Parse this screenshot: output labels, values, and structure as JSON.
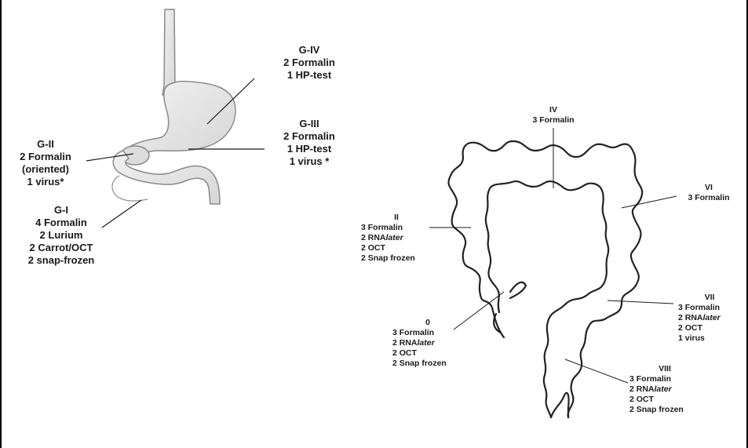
{
  "stomach_labels": {
    "g4": {
      "title": "G-IV",
      "l1": "2 Formalin",
      "l2": "1 HP-test"
    },
    "g3": {
      "title": "G-III",
      "l1": "2 Formalin",
      "l2": "1 HP-test",
      "l3": "1 virus *"
    },
    "g2": {
      "title": "G-II",
      "l1": "2 Formalin",
      "l2": "(oriented)",
      "l3": "1 virus*"
    },
    "g1": {
      "title": "G-I",
      "l1": "4 Formalin",
      "l2": "2 Lurium",
      "l3": "2 Carrot/OCT",
      "l4": "2 snap-frozen"
    }
  },
  "colon_labels": {
    "iv": {
      "title": "IV",
      "l1": "3 Formalin"
    },
    "vi": {
      "title": "VI",
      "l1": "3 Formalin"
    },
    "ii": {
      "title": "II",
      "l1": "3 Formalin",
      "l2": "2 RNA",
      "l2_italic": "later",
      "l3": "2 OCT",
      "l4": "2 Snap frozen"
    },
    "vii": {
      "title": "VII",
      "l1": "3 Formalin",
      "l2": "2 RNA",
      "l2_italic": "later",
      "l3": "2 OCT",
      "l4": "1 virus"
    },
    "zero": {
      "title": "0",
      "l1": "3 Formalin",
      "l2": "2 RNA",
      "l2_italic": "later",
      "l3": "2 OCT",
      "l4": "2 Snap frozen"
    },
    "viii": {
      "title": "VIII",
      "l1": "3 Formalin",
      "l2": "2 RNA",
      "l2_italic": "later",
      "l3": "2 OCT",
      "l4": "2 Snap frozen"
    }
  },
  "colors": {
    "line": "#1a1a1a",
    "stomach_fill": "#e4e4e4",
    "stomach_stroke": "#8a8a8a",
    "colon_stroke": "#222222"
  }
}
